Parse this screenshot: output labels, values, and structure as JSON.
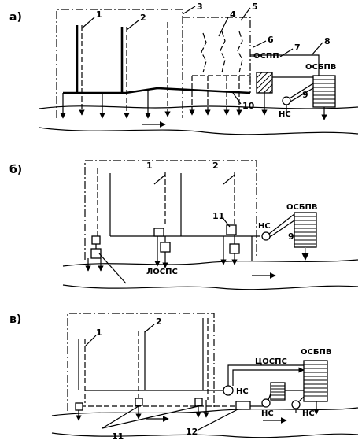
{
  "panels": {
    "a": {
      "letter": "а)",
      "callouts": [
        "1",
        "2",
        "3",
        "4",
        "5",
        "6",
        "7",
        "8",
        "9",
        "10"
      ],
      "labels": {
        "local_plant": "ОСПП",
        "central_plant": "ОСБПВ",
        "pump": "НС"
      }
    },
    "b": {
      "letter": "б)",
      "callouts": [
        "1",
        "2",
        "11",
        "9"
      ],
      "labels": {
        "pump": "НС",
        "central_plant": "ОСБПВ",
        "local_plant": "ЛОСПС"
      }
    },
    "c": {
      "letter": "в)",
      "callouts": [
        "1",
        "2",
        "11",
        "12"
      ],
      "labels": {
        "pump_1": "НС",
        "pump_2": "НС",
        "pump_3": "НС",
        "central_treatment": "ЦОСПС",
        "central_plant": "ОСБПВ"
      }
    }
  }
}
